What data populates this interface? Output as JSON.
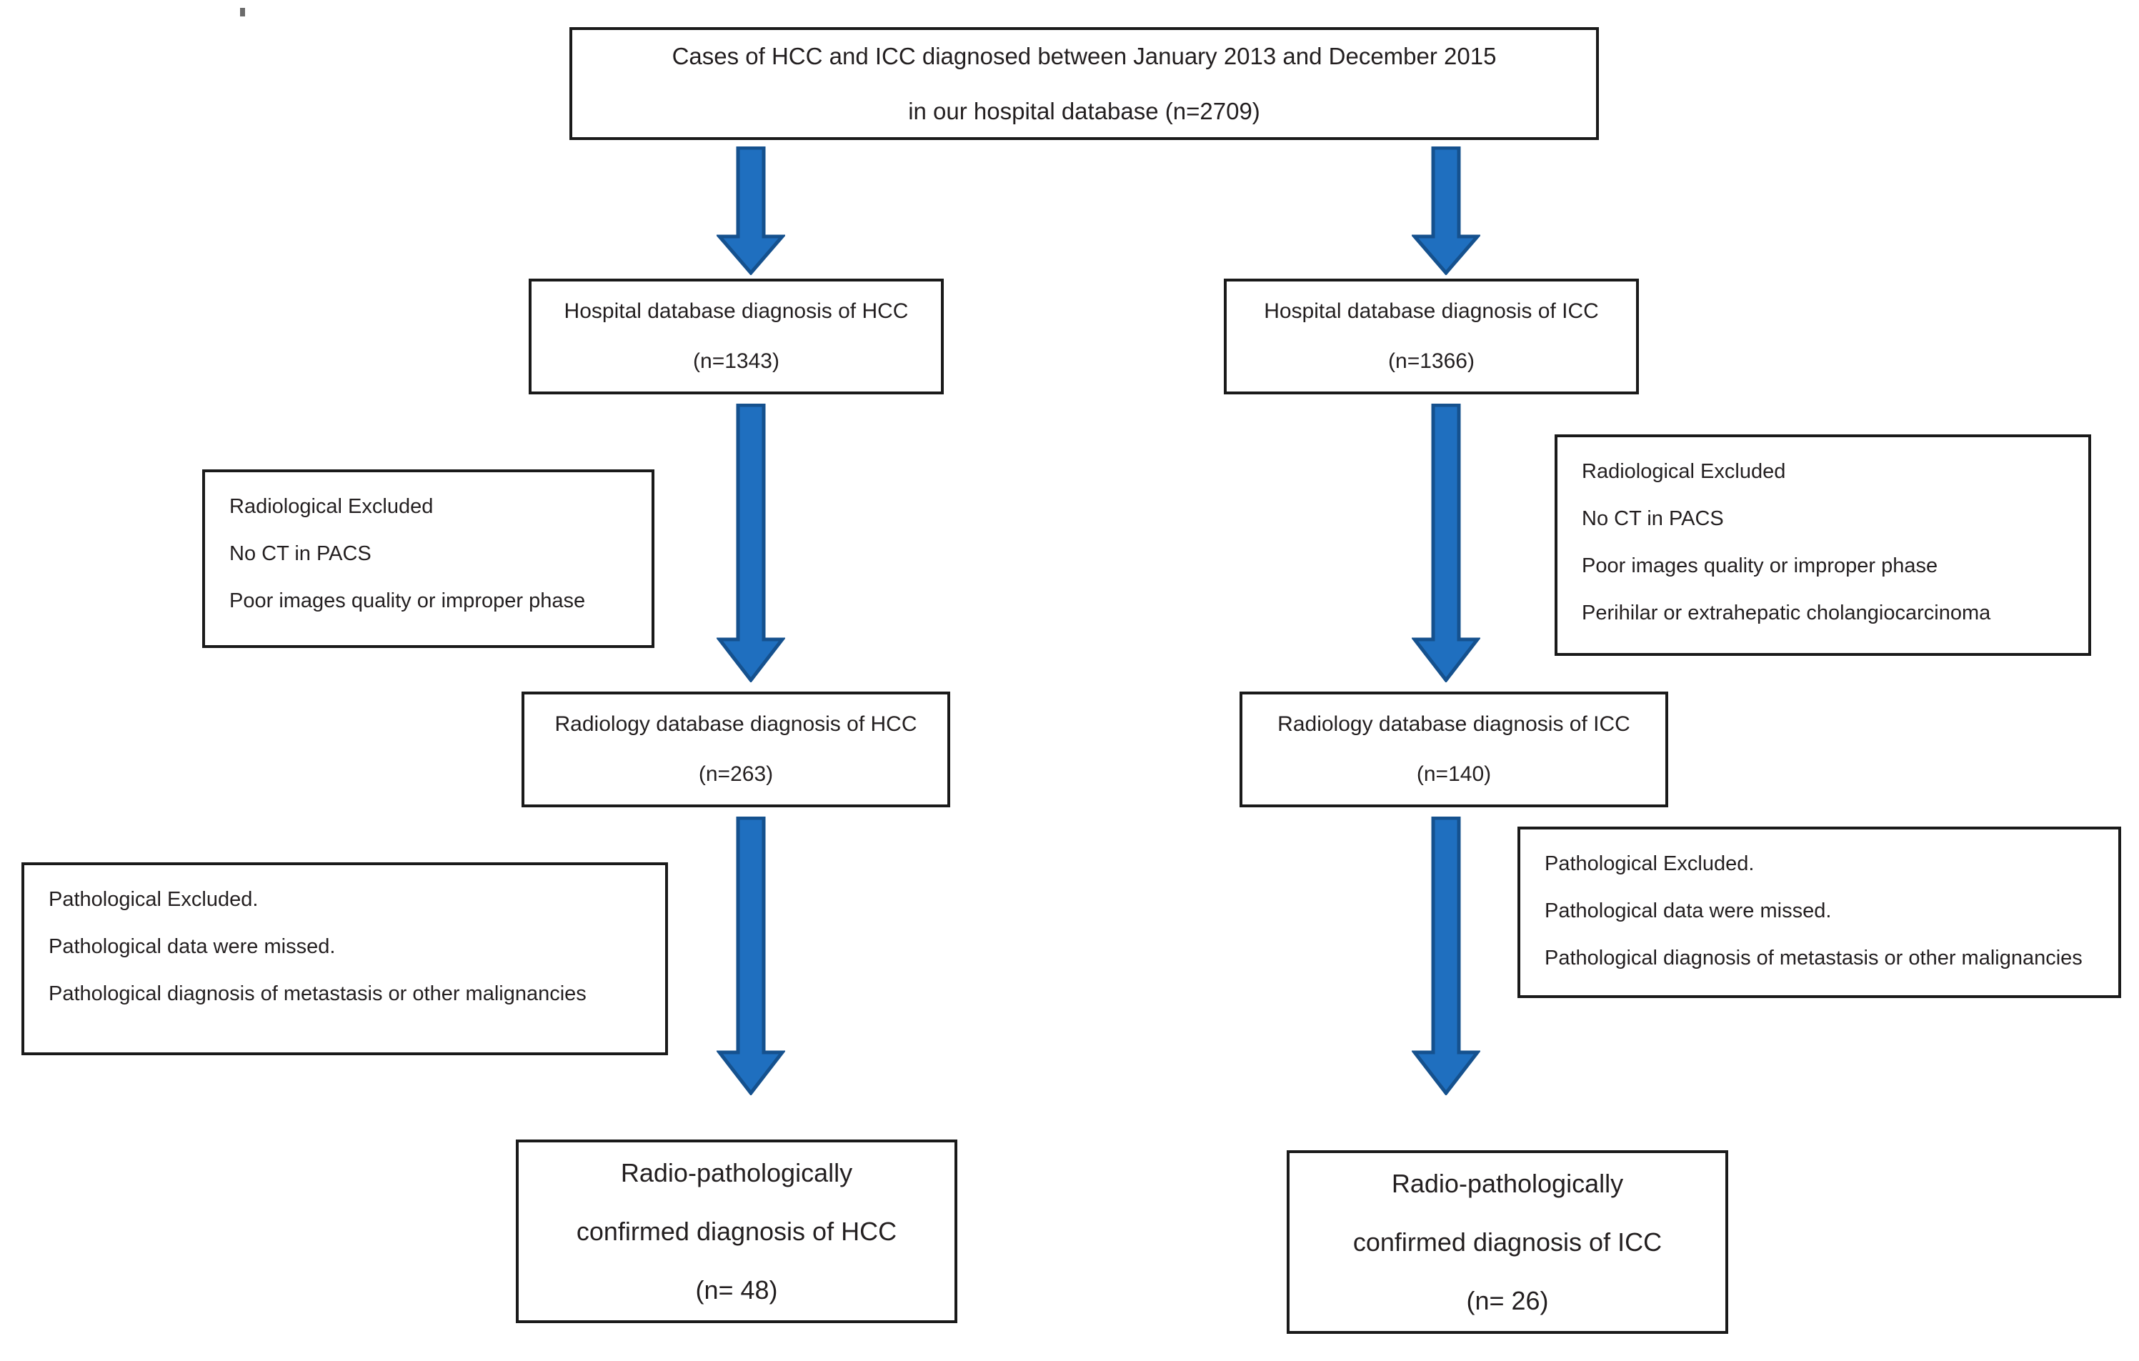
{
  "diagram": {
    "title": "Patient selection flowchart for HCC and ICC cases",
    "accent_arrow_fill": "#1f6fbf",
    "accent_arrow_stroke": "#15518e",
    "box_border_color": "#1a1a1a",
    "background": "#ffffff"
  },
  "nodes": {
    "source": {
      "line1": "Cases of HCC and ICC diagnosed between January 2013 and December 2015",
      "line2": "in our hospital database (n=2709)"
    },
    "hospital_hcc": {
      "line1": "Hospital database diagnosis of HCC",
      "line2": "(n=1343)"
    },
    "hospital_icc": {
      "line1": "Hospital database diagnosis of ICC",
      "line2": "(n=1366)"
    },
    "radiology_hcc": {
      "line1": "Radiology database diagnosis of HCC",
      "line2": "(n=263)"
    },
    "radiology_icc": {
      "line1": "Radiology database diagnosis of ICC",
      "line2": "(n=140)"
    },
    "final_hcc": {
      "line1": "Radio-pathologically",
      "line2": "confirmed diagnosis of HCC",
      "line3": "(n= 48)"
    },
    "final_icc": {
      "line1": "Radio-pathologically",
      "line2": "confirmed diagnosis of ICC",
      "line3": "(n= 26)"
    }
  },
  "exclusions": {
    "radiological_hcc": {
      "line1": "Radiological Excluded",
      "line2": "No CT in PACS",
      "line3": "Poor images quality or improper phase"
    },
    "radiological_icc": {
      "line1": "Radiological Excluded",
      "line2": "No CT in PACS",
      "line3": "Poor images quality or improper phase",
      "line4": "Perihilar or extrahepatic cholangiocarcinoma"
    },
    "pathological_hcc": {
      "line1": "Pathological Excluded.",
      "line2": "Pathological data were missed.",
      "line3": "Pathological diagnosis of metastasis or other malignancies"
    },
    "pathological_icc": {
      "line1": "Pathological Excluded.",
      "line2": "Pathological data were missed.",
      "line3": "Pathological diagnosis of metastasis or other malignancies"
    }
  },
  "arrows": {
    "to_hospital_hcc": "down-arrow",
    "to_hospital_icc": "down-arrow",
    "to_radiology_hcc": "down-arrow",
    "to_radiology_icc": "down-arrow",
    "to_final_hcc": "down-arrow",
    "to_final_icc": "down-arrow"
  }
}
